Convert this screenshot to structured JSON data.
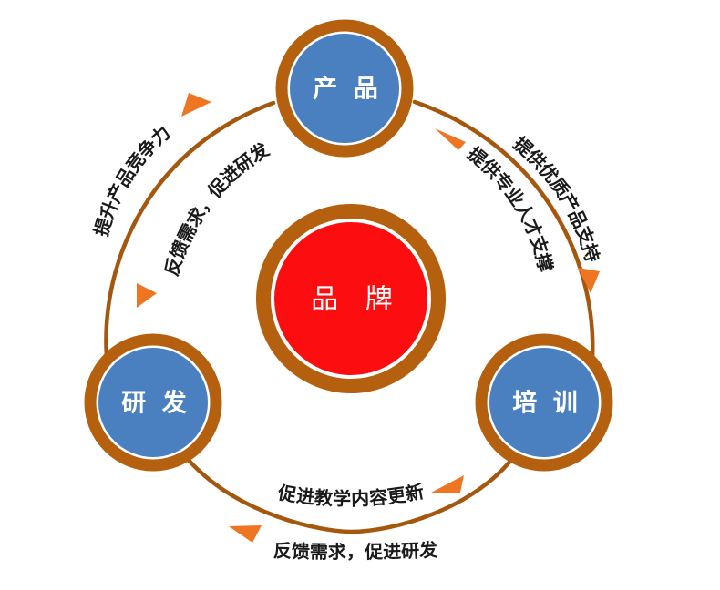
{
  "diagram": {
    "type": "cycle-diagram",
    "background_color": "#ffffff",
    "center": {
      "label": "品 牌",
      "fill_color": "#fc0d10",
      "ring_color": "#b4600f",
      "text_color": "#ffffff"
    },
    "nodes": [
      {
        "id": "product",
        "label": "产 品",
        "position": "top",
        "fill_color": "#4a80bf",
        "ring_color": "#b4600f",
        "text_color": "#ffffff"
      },
      {
        "id": "rnd",
        "label": "研 发",
        "position": "bottom-left",
        "fill_color": "#4a80bf",
        "ring_color": "#b4600f",
        "text_color": "#ffffff"
      },
      {
        "id": "training",
        "label": "培 训",
        "position": "bottom-right",
        "fill_color": "#4a80bf",
        "ring_color": "#b4600f",
        "text_color": "#ffffff"
      }
    ],
    "arrow_color": "#ee7623",
    "arc_color": "#a4570d",
    "connections": [
      {
        "id": "rnd-to-product",
        "outer_label": "提升产品竞争力",
        "from": "rnd",
        "to": "product",
        "side": "upper-left"
      },
      {
        "id": "product-to-rnd",
        "inner_label": "反馈需求，促进研发",
        "from": "product",
        "to": "rnd",
        "side": "upper-left"
      },
      {
        "id": "product-to-training",
        "outer_label": "提供优质产品支持",
        "from": "product",
        "to": "training",
        "side": "upper-right"
      },
      {
        "id": "training-to-product",
        "inner_label": "提供专业人才支撑",
        "from": "training",
        "to": "product",
        "side": "upper-right"
      },
      {
        "id": "rnd-to-training",
        "inner_label": "促进教学内容更新",
        "from": "rnd",
        "to": "training",
        "side": "bottom"
      },
      {
        "id": "training-to-rnd",
        "outer_label": "反馈需求，促进研发",
        "from": "training",
        "to": "rnd",
        "side": "bottom"
      }
    ]
  }
}
